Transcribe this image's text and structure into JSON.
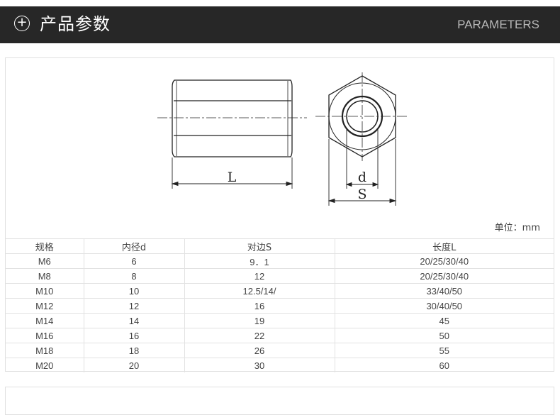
{
  "header": {
    "title": "产品参数",
    "subtitle": "PARAMETERS"
  },
  "drawing": {
    "label_length": "L",
    "label_inner": "d",
    "label_across": "S"
  },
  "unit": "单位：mm",
  "table": {
    "headers": [
      "规格",
      "内径d",
      "对边S",
      "长度L"
    ],
    "rows": [
      [
        "M6",
        "6",
        "9．1",
        "20/25/30/40"
      ],
      [
        "M8",
        "8",
        "12",
        "20/25/30/40"
      ],
      [
        "M10",
        "10",
        "12.5/14/",
        "33/40/50"
      ],
      [
        "M12",
        "12",
        "16",
        "30/40/50"
      ],
      [
        "M14",
        "14",
        "19",
        "45"
      ],
      [
        "M16",
        "16",
        "22",
        "50"
      ],
      [
        "M18",
        "18",
        "26",
        "55"
      ],
      [
        "M20",
        "20",
        "30",
        "60"
      ]
    ]
  }
}
